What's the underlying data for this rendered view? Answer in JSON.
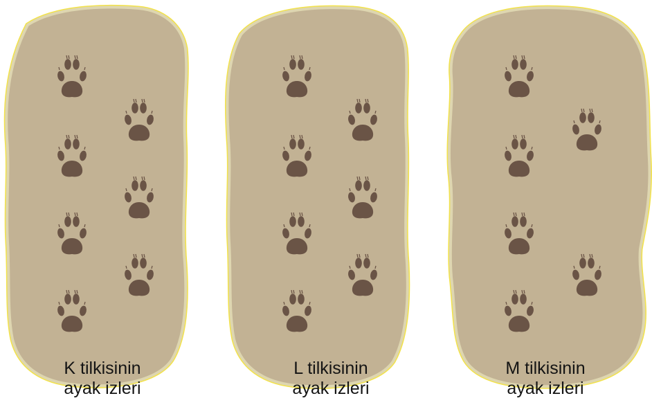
{
  "panels": [
    {
      "name": "K tilkisinin",
      "subtitle": "ayak izleri",
      "left_column_prints": 4,
      "right_column_prints": 3
    },
    {
      "name": "L tilkisinin",
      "subtitle": "ayak izleri",
      "left_column_prints": 4,
      "right_column_prints": 3
    },
    {
      "name": "M tilkisinin",
      "subtitle": "ayak izleri",
      "left_column_prints": 4,
      "right_column_prints": 2
    }
  ],
  "colors": {
    "ground": "#c2b294",
    "ground_edge": "#ded6b0",
    "paw": "#6a5446",
    "highlight": "#f2e24a"
  }
}
